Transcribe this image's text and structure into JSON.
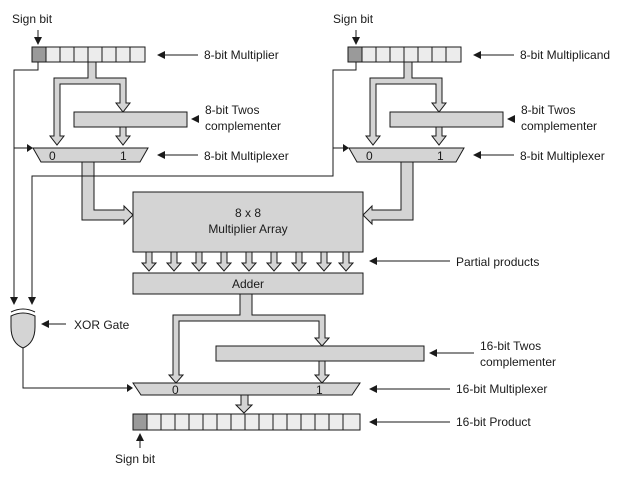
{
  "labels": {
    "sign_bit": "Sign bit",
    "multiplier": "8-bit Multiplier",
    "multiplicand": "8-bit Multiplicand",
    "twos_line1": "8-bit Twos",
    "twos_line2": "complementer",
    "mux8": "8-bit Multiplexer",
    "mux_in0": "0",
    "mux_in1": "1",
    "array_line1": "8 x 8",
    "array_line2": "Multiplier Array",
    "partial_products": "Partial products",
    "adder": "Adder",
    "xor_gate": "XOR Gate",
    "twos16_line1": "16-bit Twos",
    "twos16_line2": "complementer",
    "mux16": "16-bit Multiplexer",
    "product": "16-bit Product"
  }
}
